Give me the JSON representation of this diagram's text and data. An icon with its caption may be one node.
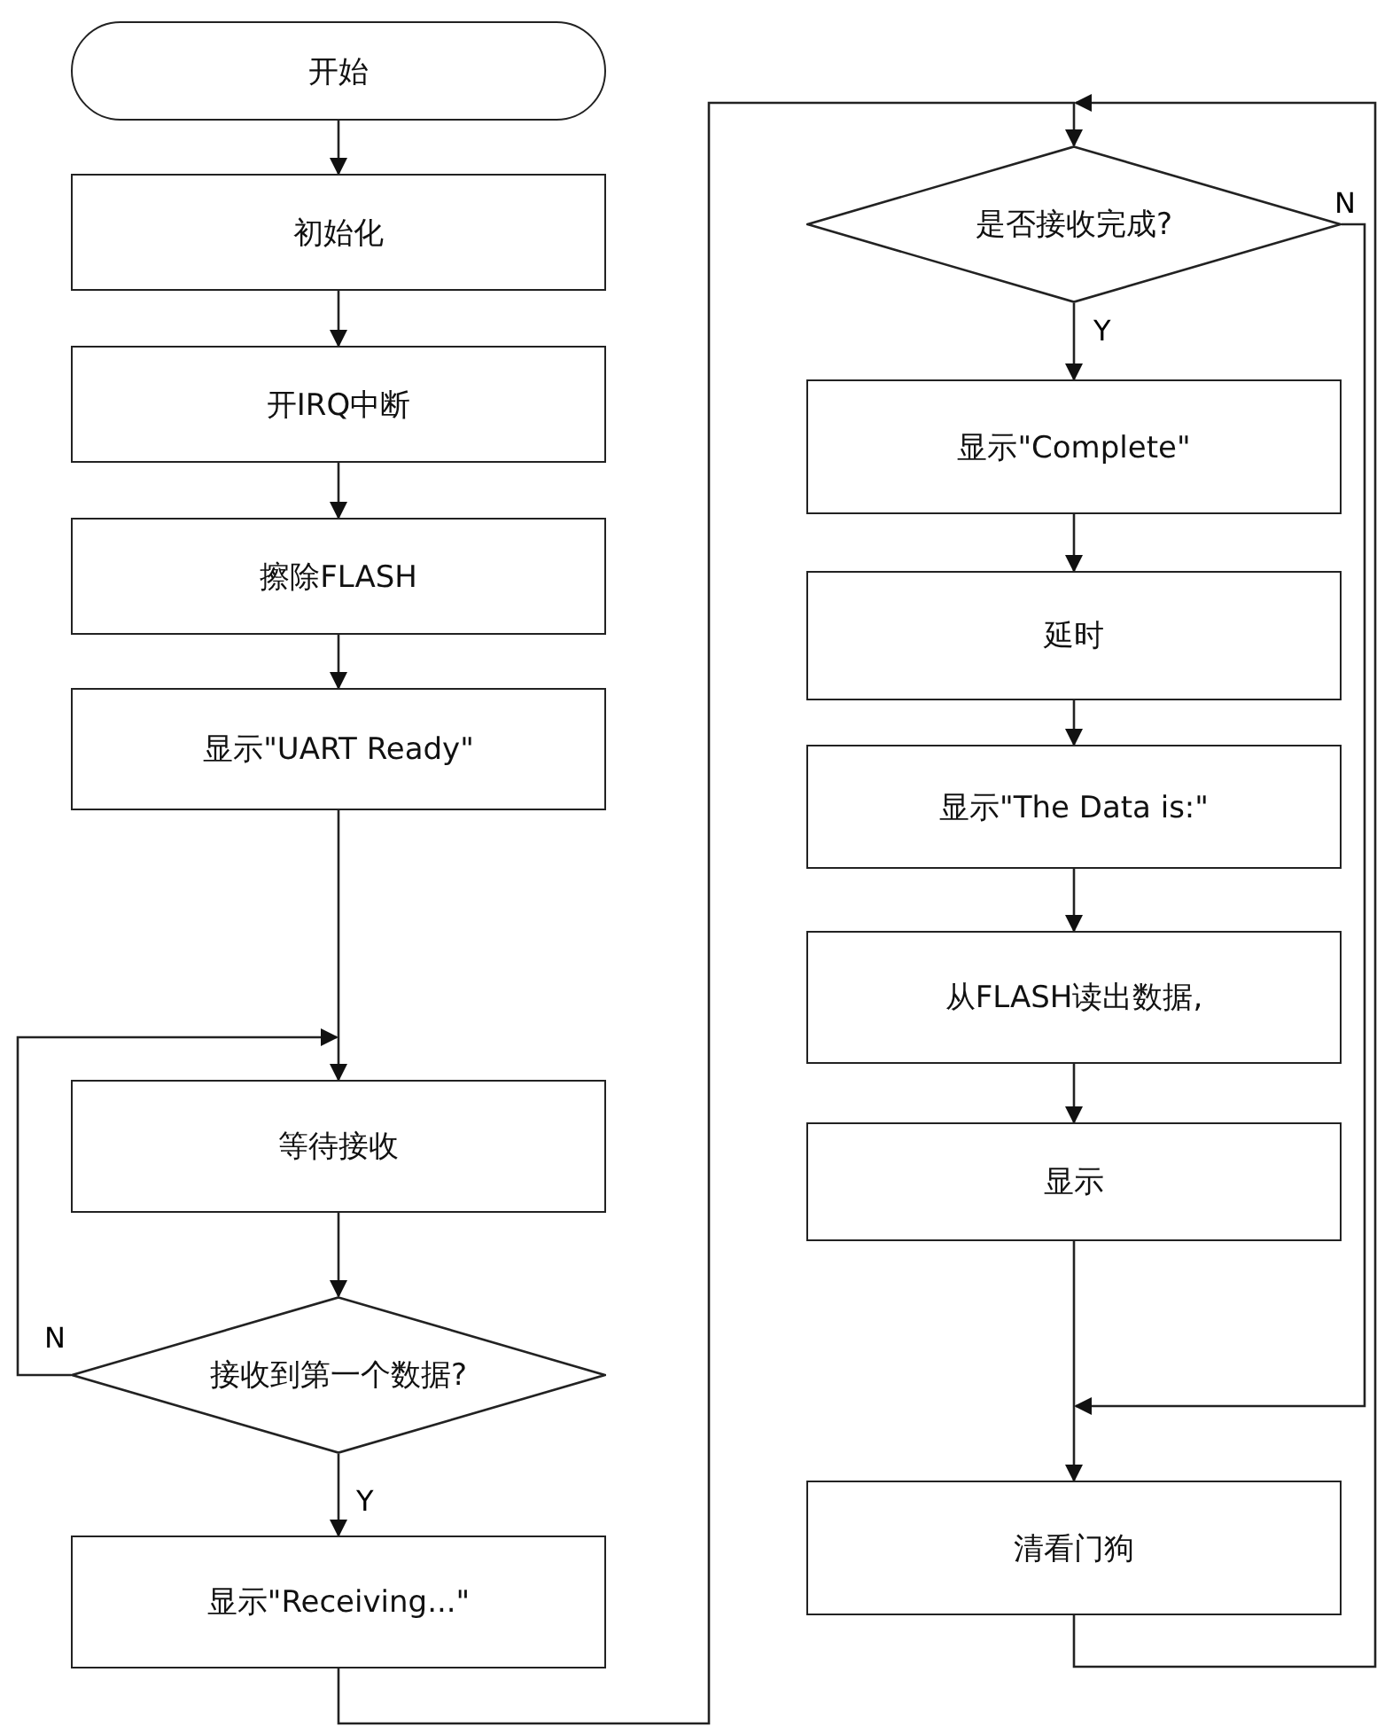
{
  "diagram": {
    "nodes": [
      {
        "text": [
          "开始"
        ]
      },
      {
        "text": [
          "初始化"
        ]
      },
      {
        "text": [
          "开IRQ中断"
        ]
      },
      {
        "text": [
          "擦除FLASH"
        ]
      },
      {
        "text": [
          "显示\"UART Ready\""
        ]
      },
      {
        "text": [
          "等待接收"
        ]
      },
      {
        "text": [
          "接收到第一个数据?"
        ]
      },
      {
        "text": [
          "显示\"Receiving...\""
        ]
      },
      {
        "text": [
          "是否接收完成?"
        ]
      },
      {
        "text": [
          "显示\"Complete\""
        ]
      },
      {
        "text": [
          "延时"
        ]
      },
      {
        "text": [
          "显示\"The Data is:\""
        ]
      },
      {
        "text": [
          "从FLASH读出数据,"
        ]
      },
      {
        "text": [
          "显示"
        ]
      },
      {
        "text": [
          "清看门狗"
        ]
      }
    ],
    "edges": [
      {
        "from": 0,
        "to": 1,
        "arrow": "to"
      },
      {
        "from": 1,
        "to": 2,
        "arrow": "to"
      },
      {
        "from": 2,
        "to": 3,
        "arrow": "to"
      },
      {
        "from": 3,
        "to": 4,
        "arrow": "to"
      },
      {
        "from": 4,
        "to": 5,
        "arrow": "to"
      },
      {
        "from": 5,
        "to": 6,
        "arrow": "to"
      },
      {
        "from": 6,
        "to": 5,
        "arrow": "to",
        "label": "N"
      },
      {
        "from": 6,
        "to": 7,
        "arrow": "to",
        "label": "Y"
      },
      {
        "from": 7,
        "to": 8,
        "arrow": "to"
      },
      {
        "from": 8,
        "to": 9,
        "arrow": "to",
        "label": "Y"
      },
      {
        "from": 8,
        "to": 14,
        "arrow": "to",
        "label": "N"
      },
      {
        "from": 9,
        "to": 10,
        "arrow": "to"
      },
      {
        "from": 10,
        "to": 11,
        "arrow": "to"
      },
      {
        "from": 11,
        "to": 12,
        "arrow": "to"
      },
      {
        "from": 12,
        "to": 13,
        "arrow": "to"
      },
      {
        "from": 13,
        "to": 14,
        "arrow": "to"
      },
      {
        "from": 14,
        "to": 8,
        "arrow": "to"
      }
    ]
  }
}
